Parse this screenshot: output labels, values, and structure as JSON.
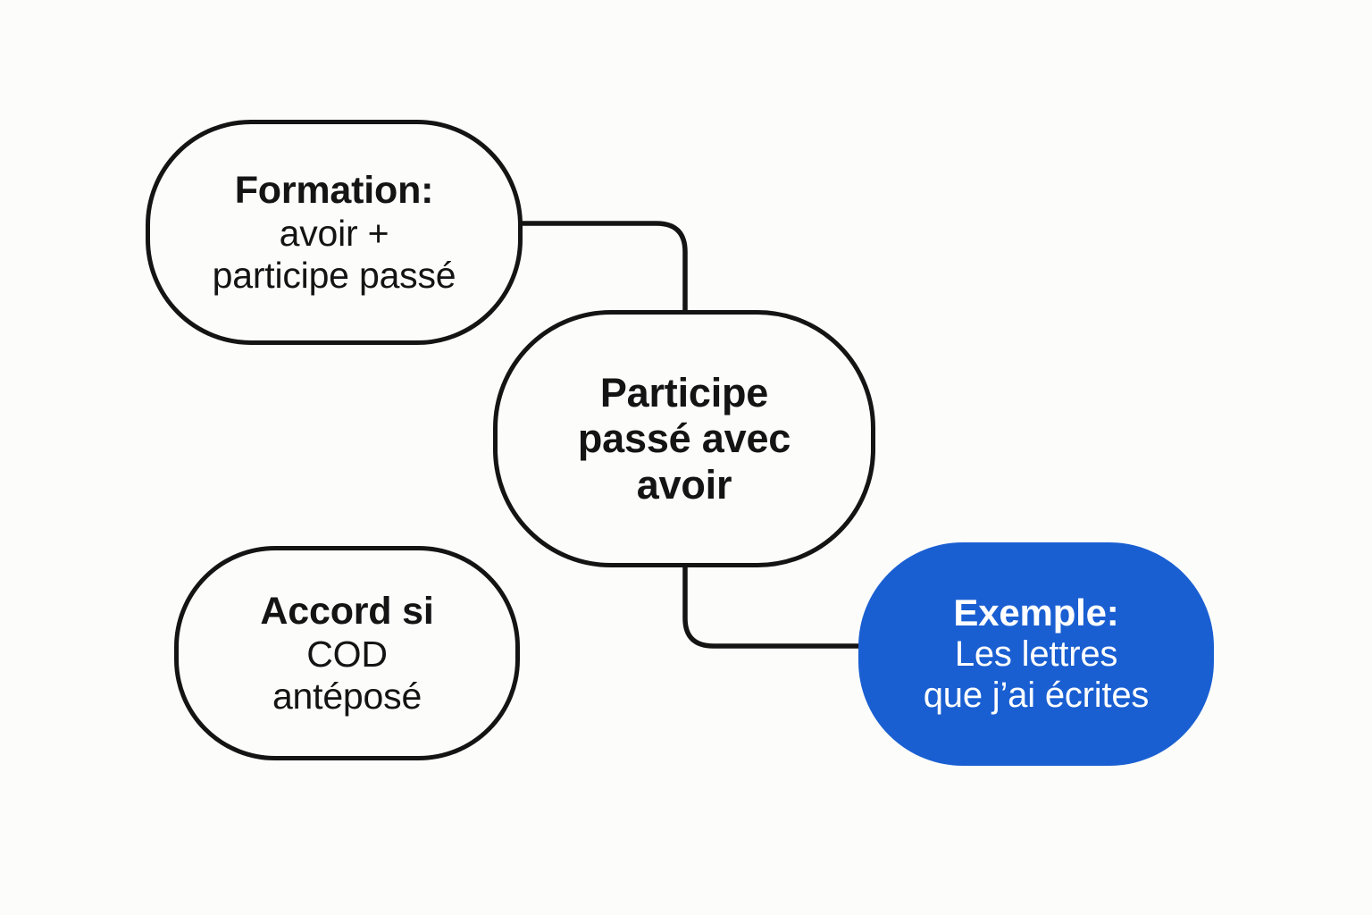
{
  "diagram": {
    "title": "Participe passé avec avoir",
    "background_color": "#fcfcfb",
    "stroke_color": "#141414",
    "accent_color": "#1a5fd2",
    "accent_text_color": "#ffffff",
    "nodes": [
      {
        "id": "formation",
        "title": "Formation:",
        "lines": [
          "avoir +",
          "participe passé"
        ],
        "style": "outline"
      },
      {
        "id": "core",
        "title": "Participe",
        "lines": [
          "passé avec",
          "avoir"
        ],
        "style": "outline"
      },
      {
        "id": "accord",
        "title": "Accord si",
        "lines": [
          "COD",
          "antéposé"
        ],
        "style": "outline"
      },
      {
        "id": "exemple",
        "title": "Exemple:",
        "lines": [
          "Les lettres",
          "que j’ai écrites"
        ],
        "style": "filled"
      }
    ],
    "connectors": [
      {
        "id": "formation-to-core",
        "from": "formation",
        "to": "core"
      },
      {
        "id": "core-to-exemple",
        "from": "core",
        "to": "exemple"
      }
    ]
  }
}
